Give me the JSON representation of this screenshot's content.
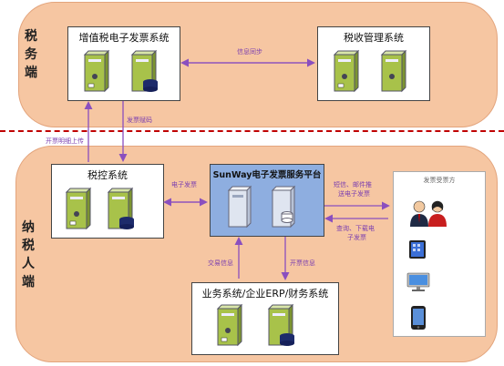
{
  "regions": {
    "tax_office": {
      "label_chars": [
        "税",
        "务",
        "端"
      ]
    },
    "taxpayer": {
      "label_chars": [
        "纳",
        "税",
        "人",
        "端"
      ]
    }
  },
  "systems": {
    "vat_invoice": {
      "title": "增值税电子发票系统"
    },
    "tax_collection": {
      "title": "税收管理系统"
    },
    "tax_control": {
      "title": "税控系统"
    },
    "sunway": {
      "title": "SunWay电子发票服务平台"
    },
    "business": {
      "title": "业务系统/企业ERP/财务系统"
    },
    "receiver": {
      "title": "发票受票方"
    }
  },
  "flows": {
    "info_sync": "信息同步",
    "invoice_code": "发票赋码",
    "invoice_upload": "开票明细上传",
    "e_invoice": "电子发票",
    "notify_line1": "短信、邮件推",
    "notify_line2": "送电子发票",
    "query_line1": "查询、下载电",
    "query_line2": "子发票",
    "transaction_info": "交易信息",
    "invoicing_info": "开票信息"
  },
  "colors": {
    "region_fill": "#f6c6a2",
    "divider": "#c00000",
    "arrow": "#8a4fbf",
    "platform_fill": "#8eaee0"
  }
}
